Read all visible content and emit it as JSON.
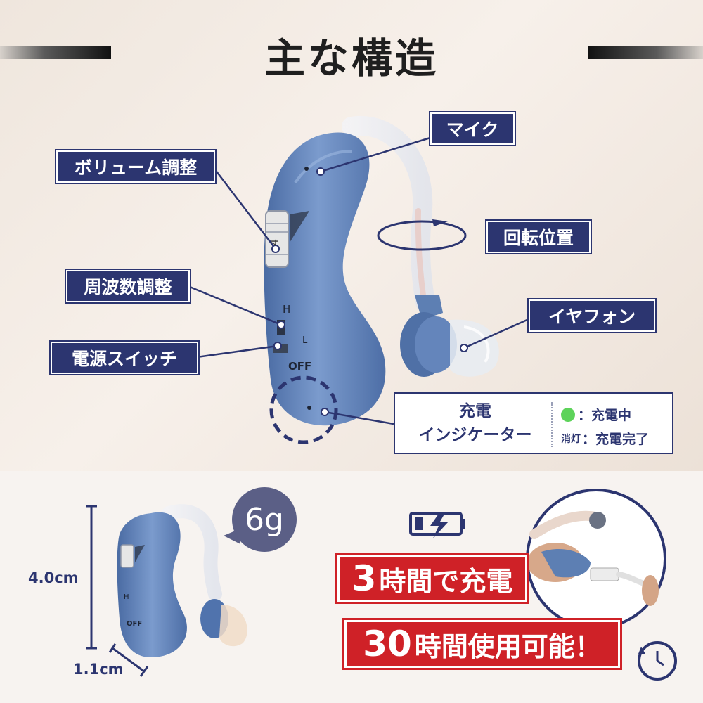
{
  "title": "主な構造",
  "labels": {
    "mic": "マイク",
    "volume": "ボリューム調整",
    "rotation": "回転位置",
    "frequency": "周波数調整",
    "earphone": "イヤフォン",
    "power": "電源スイッチ"
  },
  "device_marks": {
    "wheel_number": "4",
    "high": "H",
    "low": "L",
    "off": "OFF"
  },
  "charge_indicator": {
    "title_line1": "充電",
    "title_line2": "インジケーター",
    "charging": "：充電中",
    "off_prefix": "消灯",
    "complete": "：充電完了",
    "dot_color": "#5dd35a"
  },
  "specs": {
    "weight": "6g",
    "height": "4.0cm",
    "width": "1.1cm"
  },
  "banners": {
    "charge_number": "3",
    "charge_text": "時間で充電",
    "use_number": "30",
    "use_text": "時間使用可能！"
  },
  "colors": {
    "navy": "#2c3570",
    "red": "#cf2127",
    "device_blue": "#5d7fb3"
  }
}
